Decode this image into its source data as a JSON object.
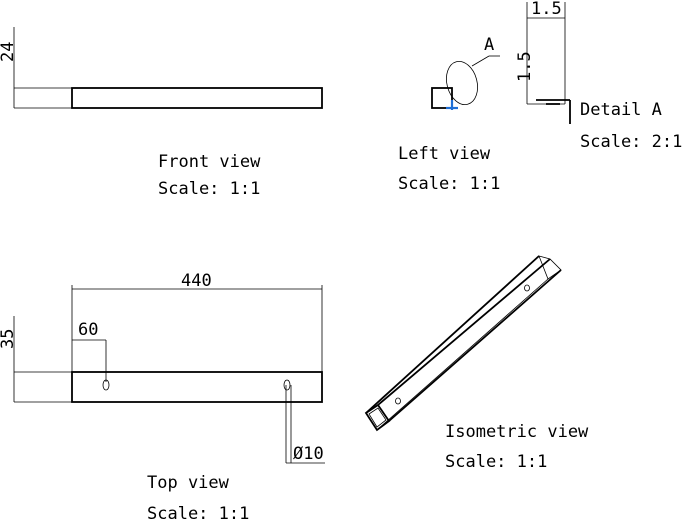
{
  "views": {
    "front": {
      "title": "Front view",
      "scale": "Scale:  1:1",
      "dim_height": "24"
    },
    "left": {
      "title": "Left view",
      "scale": "Scale:  1:1",
      "detail_marker": "A"
    },
    "detail": {
      "title": "Detail A",
      "scale": "Scale:  2:1",
      "dim_top": "1.5",
      "dim_side": "1.5"
    },
    "top": {
      "title": "Top view",
      "scale": "Scale:  1:1",
      "dim_length": "440",
      "dim_hole_offset": "60",
      "dim_height": "35",
      "dim_hole_diameter": "Ø10"
    },
    "isometric": {
      "title": "Isometric view",
      "scale": "Scale:  1:1"
    }
  },
  "colors": {
    "line": "#000000",
    "accent": "#1f6fd6"
  }
}
